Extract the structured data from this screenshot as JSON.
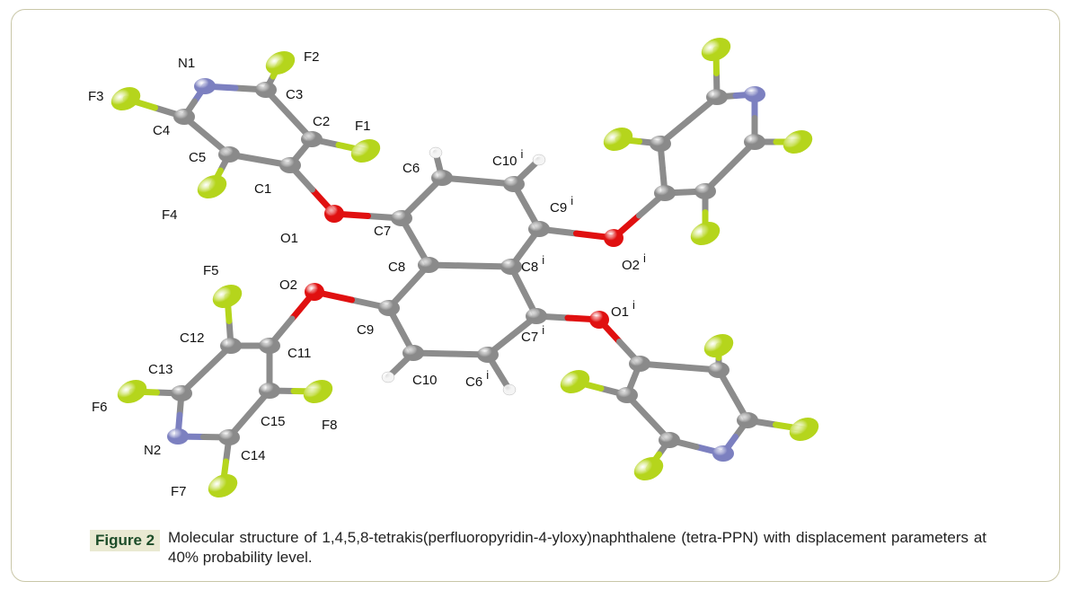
{
  "figure": {
    "label": "Figure 2",
    "caption": "Molecular structure of 1,4,5,8-tetrakis(perfluoropyridin-4-yloxy)naphthalene (tetra-PPN) with displacement parameters at 40% probability level."
  },
  "colors": {
    "carbon": "#8a8a8a",
    "oxygen": "#e01010",
    "nitrogen": "#7c80c0",
    "fluorine": "#b5d51c",
    "hydrogen": "#f4f4f4",
    "bond": "#8c8c8c",
    "border": "#c9c7a8"
  },
  "atom_labels": [
    {
      "id": "N1",
      "text": "N1",
      "sup": ""
    },
    {
      "id": "F2",
      "text": "F2",
      "sup": ""
    },
    {
      "id": "F3",
      "text": "F3",
      "sup": ""
    },
    {
      "id": "C3",
      "text": "C3",
      "sup": ""
    },
    {
      "id": "C4",
      "text": "C4",
      "sup": ""
    },
    {
      "id": "C2",
      "text": "C2",
      "sup": ""
    },
    {
      "id": "F1",
      "text": "F1",
      "sup": ""
    },
    {
      "id": "C5",
      "text": "C5",
      "sup": ""
    },
    {
      "id": "C1",
      "text": "C1",
      "sup": ""
    },
    {
      "id": "F4",
      "text": "F4",
      "sup": ""
    },
    {
      "id": "C6",
      "text": "C6",
      "sup": ""
    },
    {
      "id": "C10i",
      "text": "C10",
      "sup": "i"
    },
    {
      "id": "C9i",
      "text": "C9",
      "sup": "i"
    },
    {
      "id": "O1",
      "text": "O1",
      "sup": ""
    },
    {
      "id": "C7",
      "text": "C7",
      "sup": ""
    },
    {
      "id": "O2i",
      "text": "O2",
      "sup": "i"
    },
    {
      "id": "C8",
      "text": "C8",
      "sup": ""
    },
    {
      "id": "C8i",
      "text": "C8",
      "sup": "i"
    },
    {
      "id": "F5",
      "text": "F5",
      "sup": ""
    },
    {
      "id": "O2",
      "text": "O2",
      "sup": ""
    },
    {
      "id": "O1i",
      "text": "O1",
      "sup": "i"
    },
    {
      "id": "C9",
      "text": "C9",
      "sup": ""
    },
    {
      "id": "C7i",
      "text": "C7",
      "sup": "i"
    },
    {
      "id": "C12",
      "text": "C12",
      "sup": ""
    },
    {
      "id": "C11",
      "text": "C11",
      "sup": ""
    },
    {
      "id": "C13",
      "text": "C13",
      "sup": ""
    },
    {
      "id": "C10",
      "text": "C10",
      "sup": ""
    },
    {
      "id": "C6i",
      "text": "C6",
      "sup": "i"
    },
    {
      "id": "F6",
      "text": "F6",
      "sup": ""
    },
    {
      "id": "C15",
      "text": "C15",
      "sup": ""
    },
    {
      "id": "F8",
      "text": "F8",
      "sup": ""
    },
    {
      "id": "N2",
      "text": "N2",
      "sup": ""
    },
    {
      "id": "C14",
      "text": "C14",
      "sup": ""
    },
    {
      "id": "F7",
      "text": "F7",
      "sup": ""
    }
  ]
}
